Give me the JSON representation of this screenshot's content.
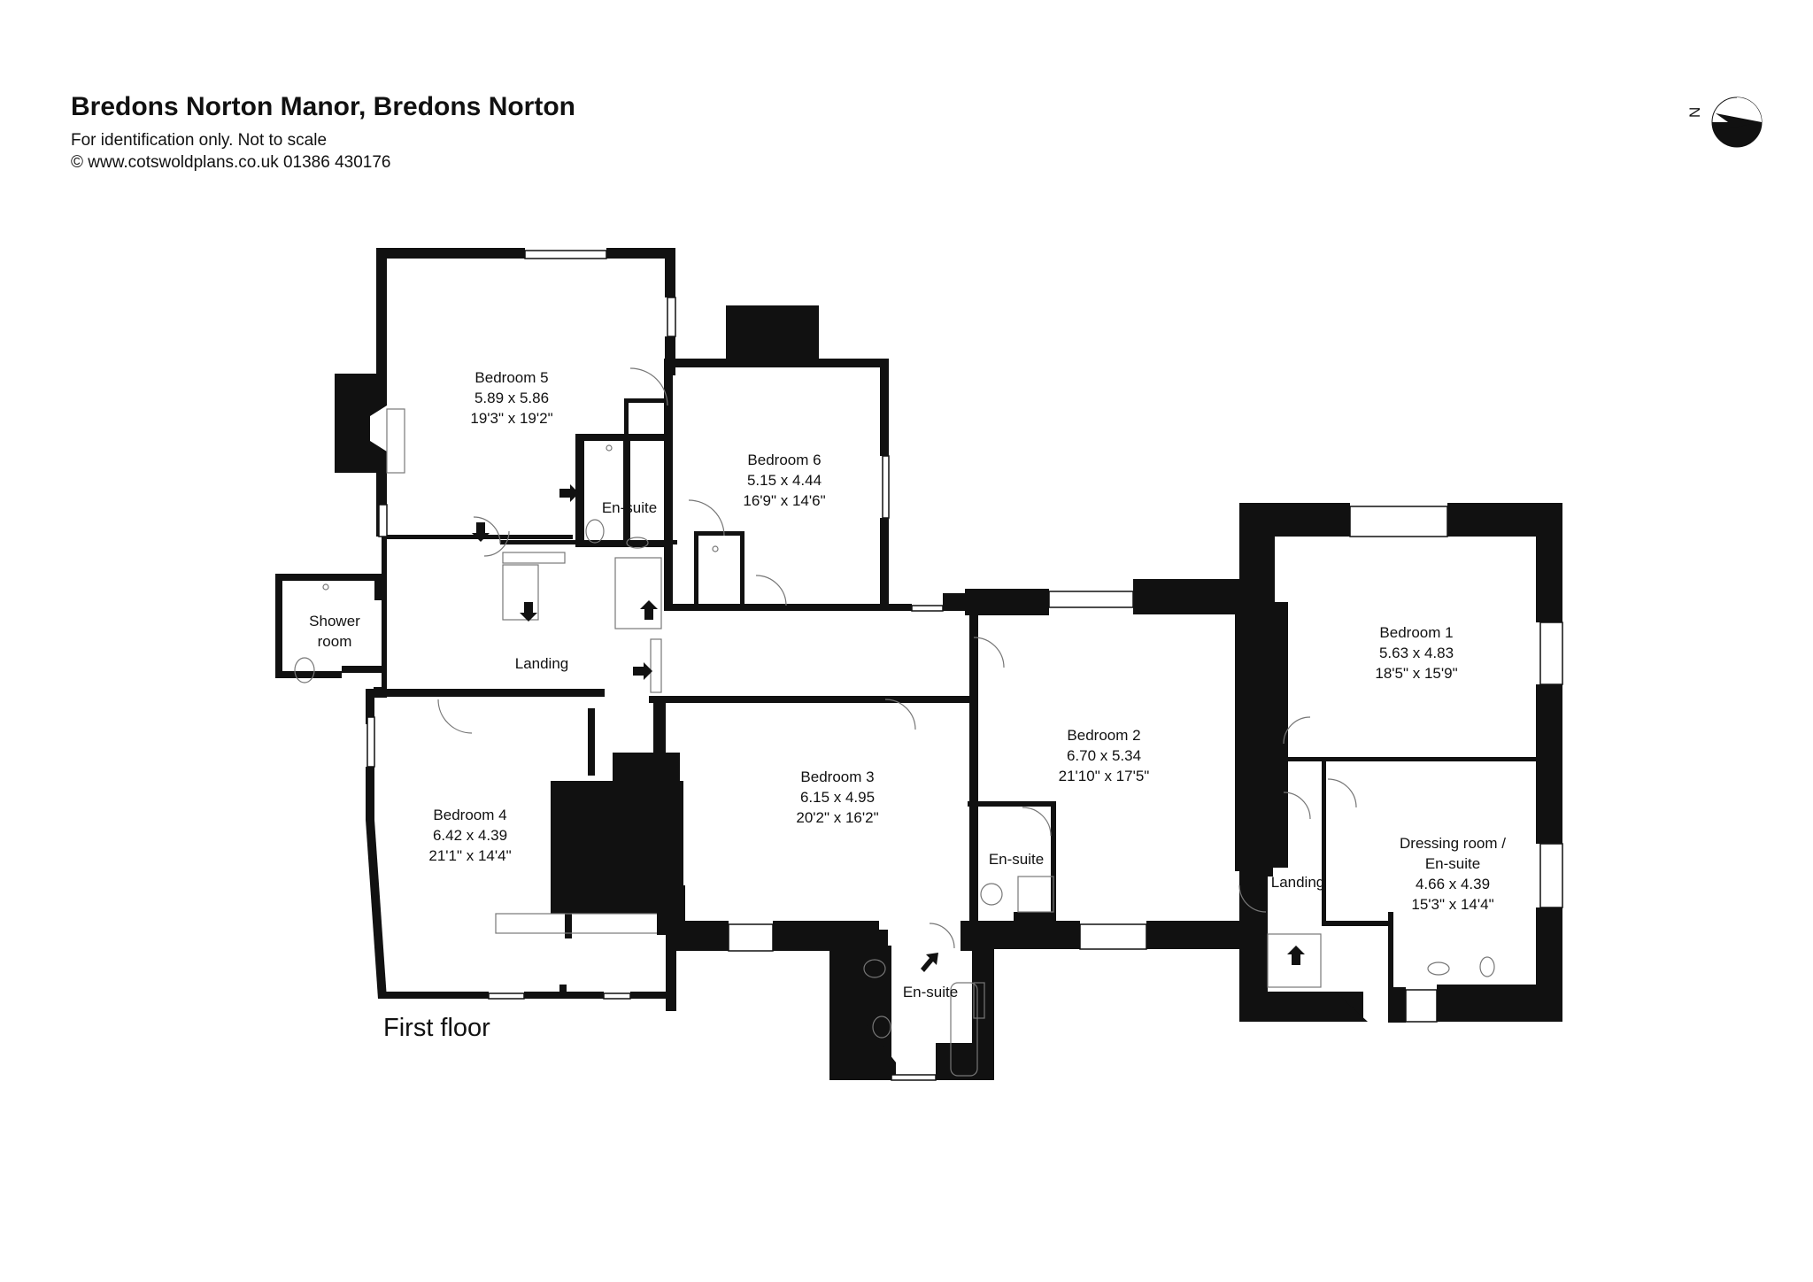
{
  "header": {
    "title": "Bredons Norton Manor, Bredons Norton",
    "disclaimer": "For identification only. Not to scale",
    "copyright": "© www.cotswoldplans.co.uk 01386 430176"
  },
  "compass": {
    "letter": "N"
  },
  "floor_label": "First floor",
  "rooms": {
    "bedroom5": {
      "name": "Bedroom 5",
      "metric": "5.89 x 5.86",
      "imperial": "19'3\" x 19'2\""
    },
    "bedroom6": {
      "name": "Bedroom 6",
      "metric": "5.15 x 4.44",
      "imperial": "16'9\" x 14'6\""
    },
    "bedroom1": {
      "name": "Bedroom 1",
      "metric": "5.63 x 4.83",
      "imperial": "18'5\" x 15'9\""
    },
    "bedroom2": {
      "name": "Bedroom 2",
      "metric": "6.70 x 5.34",
      "imperial": "21'10\" x 17'5\""
    },
    "bedroom3": {
      "name": "Bedroom 3",
      "metric": "6.15 x 4.95",
      "imperial": "20'2\" x 16'2\""
    },
    "bedroom4": {
      "name": "Bedroom 4",
      "metric": "6.42 x 4.39",
      "imperial": "21'1\" x 14'4\""
    },
    "dressing": {
      "name_line1": "Dressing room /",
      "name_line2": "En-suite",
      "metric": "4.66 x 4.39",
      "imperial": "15'3\" x 14'4\""
    },
    "ensuite_b5": {
      "name": "En-suite"
    },
    "ensuite_b2": {
      "name": "En-suite"
    },
    "ensuite_b3": {
      "name": "En-suite"
    },
    "shower": {
      "name_line1": "Shower",
      "name_line2": "room"
    },
    "landing_main": {
      "name": "Landing"
    },
    "landing_east": {
      "name": "Landing"
    }
  }
}
